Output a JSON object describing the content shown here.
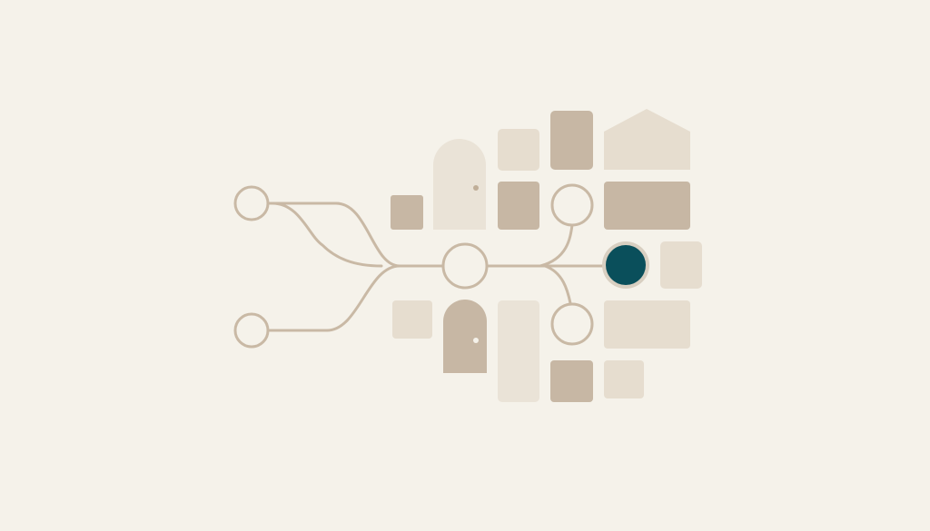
{
  "diagram": {
    "colors": {
      "background": "#f5f2ea",
      "line": "#c9b9a5",
      "node_fill": "#f5f2ea",
      "tile_dark": "#c7b7a4",
      "tile_light": "#e6ddcf",
      "tile_pale": "#eae3d7",
      "accent_fill": "#0a4f5b",
      "accent_ring": "#d8cfc1",
      "door_knob_light": "#c0ae98",
      "door_knob_dark": "#f5f2ea"
    },
    "nodes": [
      {
        "id": "input-top",
        "kind": "ring"
      },
      {
        "id": "input-bottom",
        "kind": "ring"
      },
      {
        "id": "hub",
        "kind": "ring"
      },
      {
        "id": "branch-up",
        "kind": "ring"
      },
      {
        "id": "branch-down",
        "kind": "ring"
      },
      {
        "id": "target",
        "kind": "accent"
      }
    ],
    "tiles": [
      {
        "id": "tile-small-left",
        "tone": "dark",
        "shape": "rect"
      },
      {
        "id": "tile-door-light",
        "tone": "pale",
        "shape": "door"
      },
      {
        "id": "tile-top-pale",
        "tone": "light",
        "shape": "rect"
      },
      {
        "id": "tile-mid-dark",
        "tone": "dark",
        "shape": "rect"
      },
      {
        "id": "tile-tall-dark",
        "tone": "dark",
        "shape": "rect"
      },
      {
        "id": "tile-house",
        "tone": "light",
        "shape": "house"
      },
      {
        "id": "tile-wide-dark",
        "tone": "dark",
        "shape": "rect"
      },
      {
        "id": "tile-right-light",
        "tone": "light",
        "shape": "rect"
      },
      {
        "id": "tile-lower-left-pale",
        "tone": "light",
        "shape": "rect"
      },
      {
        "id": "tile-door-dark",
        "tone": "dark",
        "shape": "door"
      },
      {
        "id": "tile-tall-pale",
        "tone": "pale",
        "shape": "rect"
      },
      {
        "id": "tile-wide-pale",
        "tone": "light",
        "shape": "rect"
      },
      {
        "id": "tile-bottom-dark",
        "tone": "dark",
        "shape": "rect"
      },
      {
        "id": "tile-bottom-pale",
        "tone": "light",
        "shape": "rect"
      }
    ]
  }
}
